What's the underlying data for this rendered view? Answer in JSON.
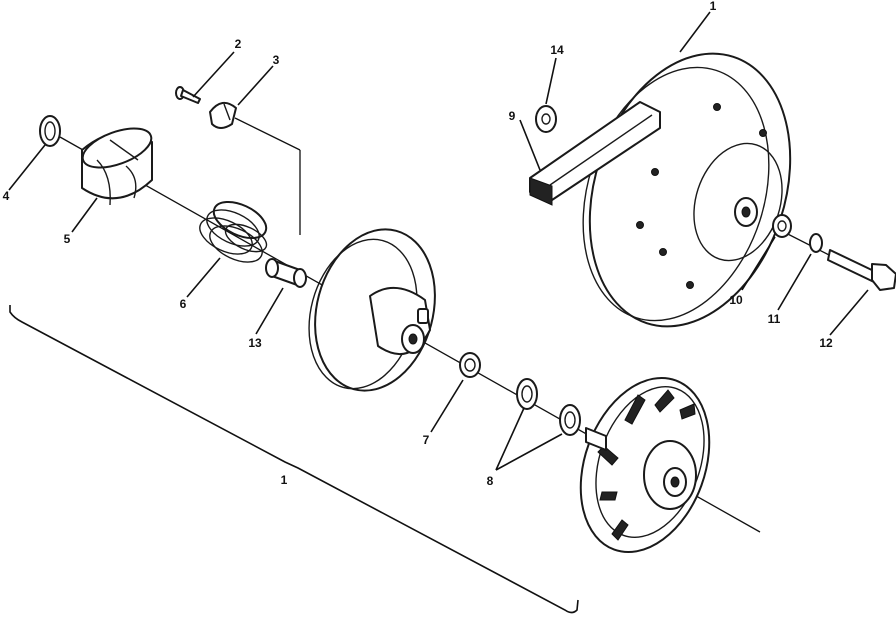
{
  "callouts": [
    {
      "id": "c1-top",
      "text": "1"
    },
    {
      "id": "c2",
      "text": "2"
    },
    {
      "id": "c3",
      "text": "3"
    },
    {
      "id": "c4",
      "text": "4"
    },
    {
      "id": "c5",
      "text": "5"
    },
    {
      "id": "c6",
      "text": "6"
    },
    {
      "id": "c7",
      "text": "7"
    },
    {
      "id": "c8",
      "text": "8"
    },
    {
      "id": "c9",
      "text": "9"
    },
    {
      "id": "c10",
      "text": "10"
    },
    {
      "id": "c11",
      "text": "11"
    },
    {
      "id": "c12",
      "text": "12"
    },
    {
      "id": "c13",
      "text": "13"
    },
    {
      "id": "c14",
      "text": "14"
    },
    {
      "id": "c1-bracket",
      "text": "1"
    }
  ]
}
